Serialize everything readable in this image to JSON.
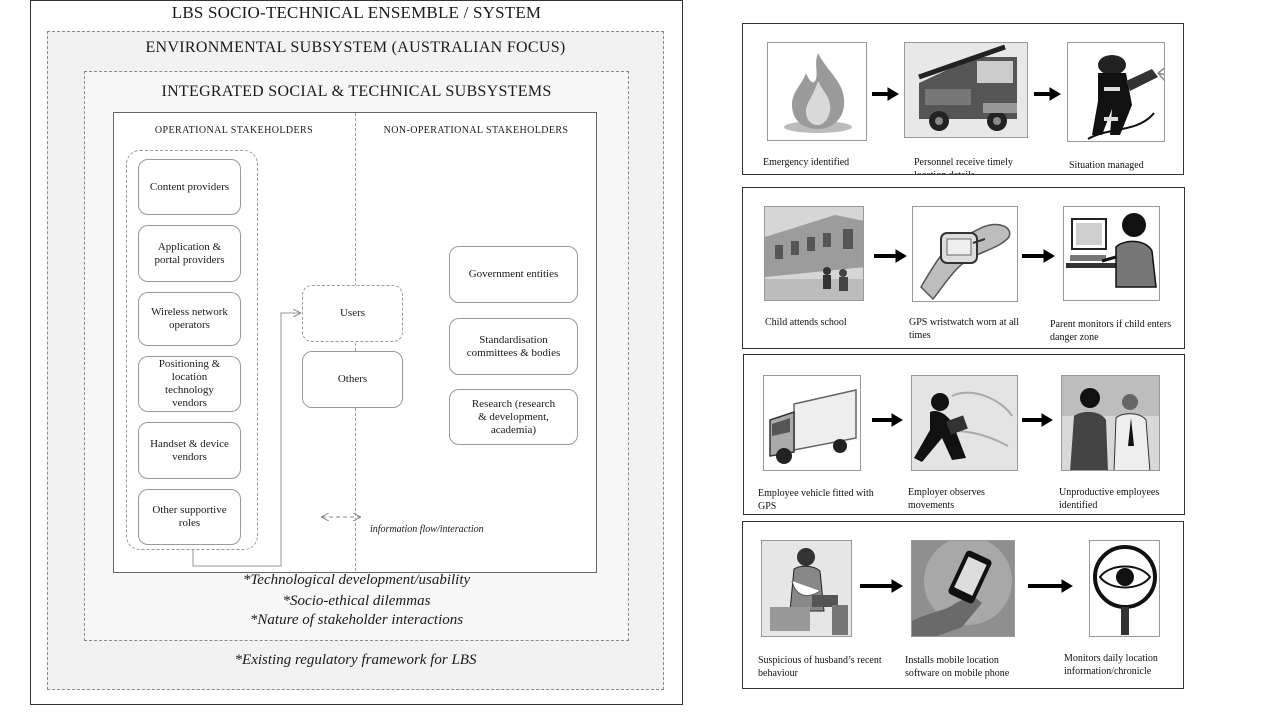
{
  "left_diagram": {
    "title": "LBS SOCIO-TECHNICAL ENSEMBLE / SYSTEM",
    "environmental_title": "ENVIRONMENTAL SUBSYSTEM (AUSTRALIAN FOCUS)",
    "integrated_title": "INTEGRATED SOCIAL & TECHNICAL SUBSYSTEMS",
    "operational_header": "OPERATIONAL STAKEHOLDERS",
    "non_operational_header": "NON-OPERATIONAL STAKEHOLDERS",
    "operational_items": [
      {
        "line1": "Content providers",
        "line2": ""
      },
      {
        "line1": "Application &",
        "line2": "portal providers"
      },
      {
        "line1": "Wireless network",
        "line2": "operators"
      },
      {
        "line1": "Positioning &",
        "line2": "location technology vendors"
      },
      {
        "line1": "Handset & device",
        "line2": "vendors"
      },
      {
        "line1": "Other supportive",
        "line2": "roles"
      }
    ],
    "users": "Users",
    "others": "Others",
    "non_operational_items": [
      {
        "line1": "Government entities",
        "line2": ""
      },
      {
        "line1": "Standardisation",
        "line2": "committees & bodies"
      },
      {
        "line1": "Research (research",
        "line2": "& development, academia)"
      }
    ],
    "info_flow_label": "information flow/interaction",
    "inner_notes": [
      "*Technological development/usability",
      "*Socio-ethical dilemmas",
      "*Nature of stakeholder interactions"
    ],
    "outer_note": "*Existing regulatory framework for LBS"
  },
  "scenarios": [
    {
      "captions": [
        "Emergency identified",
        "Personnel receive timely location details",
        "Situation managed"
      ],
      "icons": [
        "fire-icon",
        "fire-truck-icon",
        "firefighter-icon"
      ]
    },
    {
      "captions": [
        "Child attends school",
        "GPS wristwatch worn at all times",
        "Parent monitors if child enters danger zone"
      ],
      "icons": [
        "school-icon",
        "gps-wristwatch-icon",
        "parent-at-computer-icon"
      ]
    },
    {
      "captions": [
        "Employee vehicle fitted with GPS",
        "Employer observes movements",
        "Unproductive employees identified"
      ],
      "icons": [
        "truck-icon",
        "employer-observing-icon",
        "employees-icon"
      ]
    },
    {
      "captions": [
        "Suspicious of husband’s recent behaviour",
        "Installs mobile location software on mobile phone",
        "Monitors daily location information/chronicle"
      ],
      "icons": [
        "woman-icon",
        "mobile-phone-icon",
        "eye-magnifier-icon"
      ]
    }
  ],
  "colors": {
    "border": "#333333",
    "dashed": "#8a8a8a",
    "env_bg": "#f2f2f2",
    "arrow": "#000000"
  }
}
